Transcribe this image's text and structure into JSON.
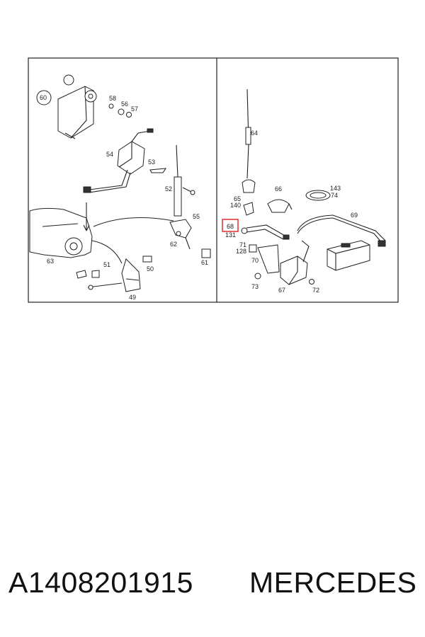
{
  "diagram": {
    "left_panel_labels": {
      "p60": "60",
      "p58": "58",
      "p56": "56",
      "p57": "57",
      "p54": "54",
      "p53": "53",
      "p52": "52",
      "p55": "55",
      "p62": "62",
      "p61": "61",
      "p63": "63",
      "p51": "51",
      "p50": "50",
      "p49": "49"
    },
    "right_panel_labels": {
      "p64": "64",
      "p66": "66",
      "p143": "143",
      "p74": "74",
      "p65": "65",
      "p140": "140",
      "p69": "69",
      "p68": "68",
      "p131": "131",
      "p71": "71",
      "p128": "128",
      "p70": "70",
      "p73": "73",
      "p67": "67",
      "p72": "72"
    },
    "highlight_color": "#e03030"
  },
  "caption": {
    "part_number": "A1408201915",
    "brand": "MERCEDES"
  }
}
